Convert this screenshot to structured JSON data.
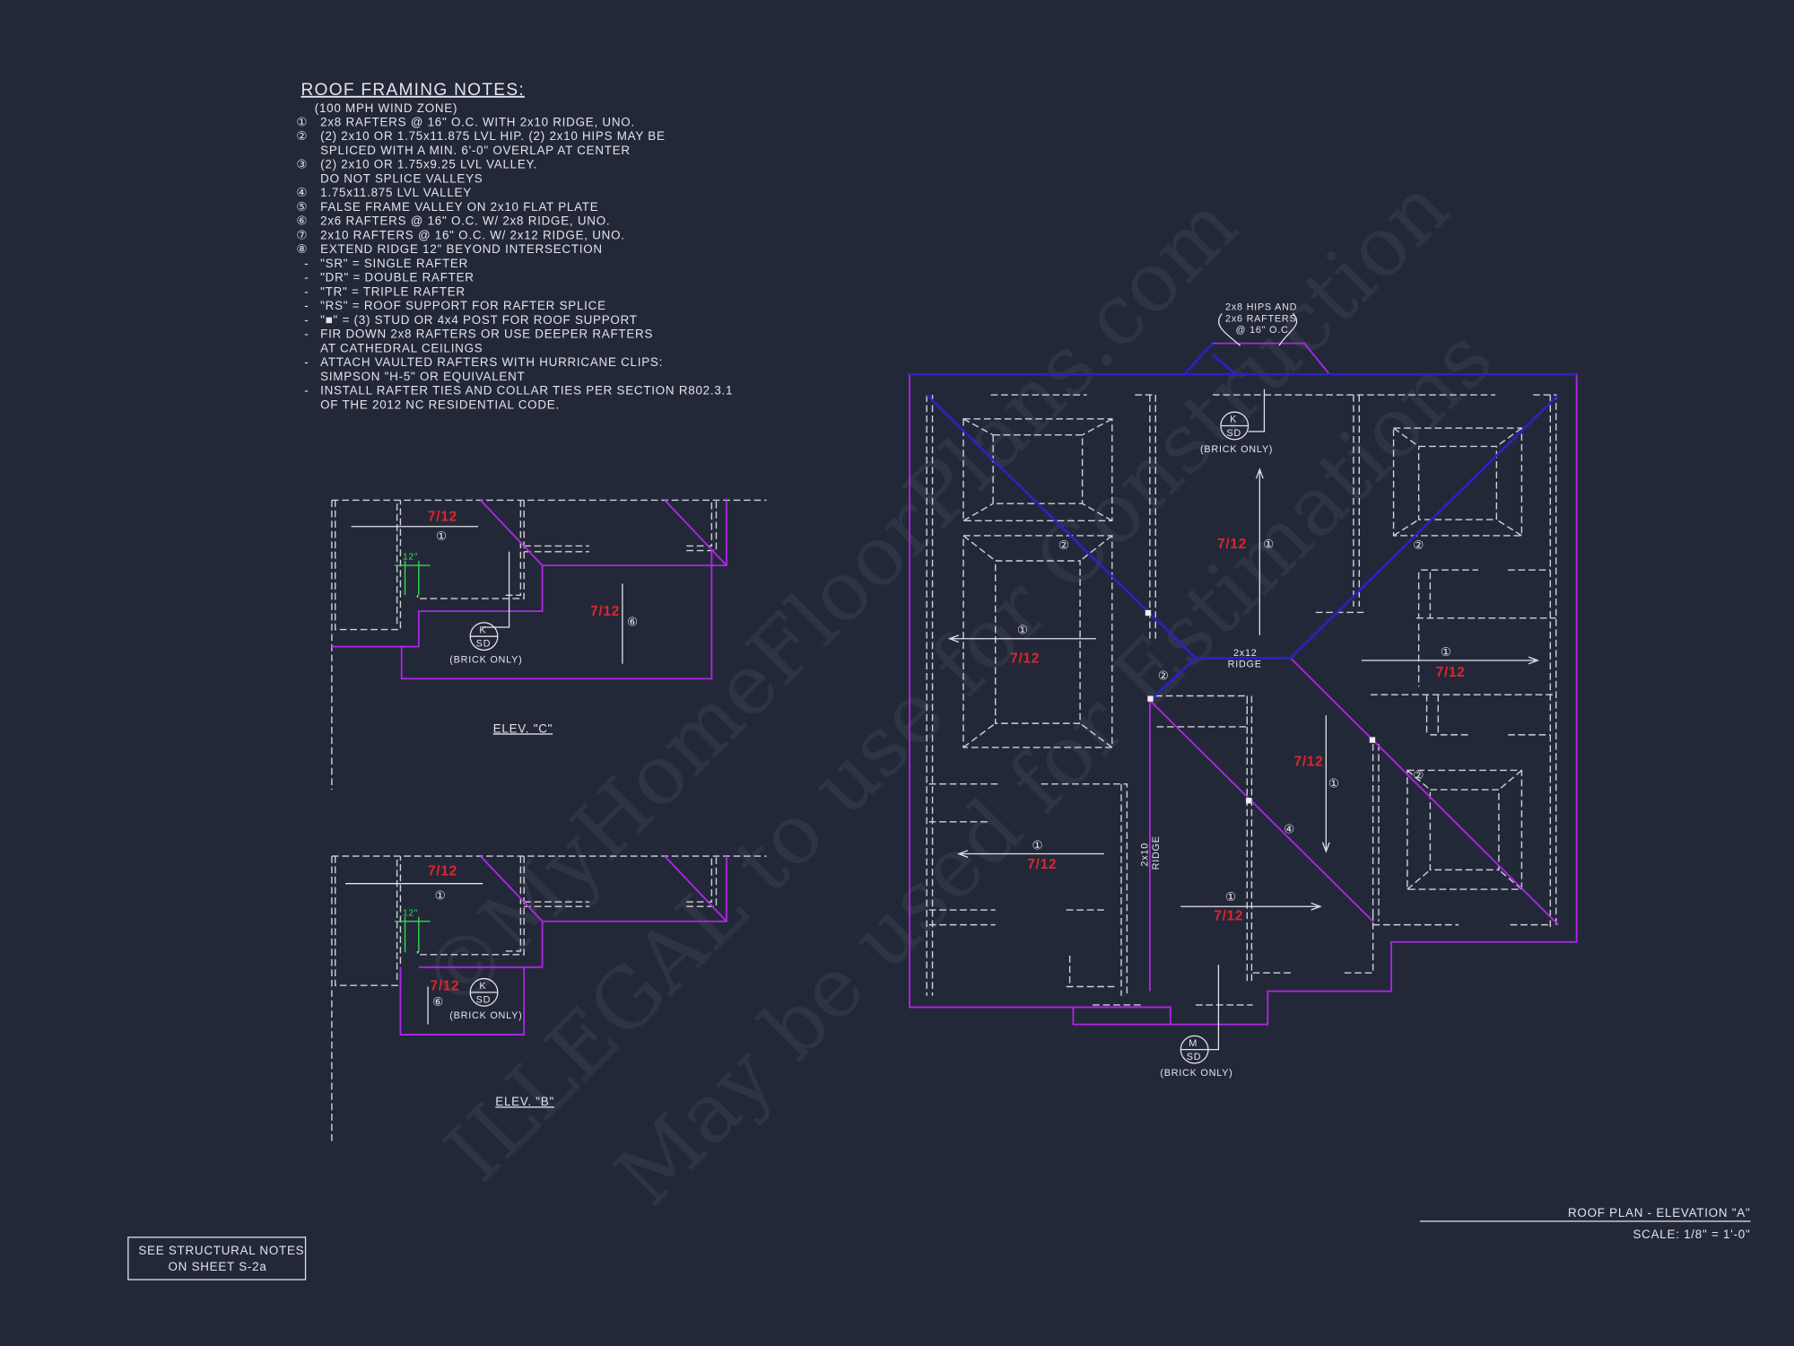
{
  "notes": {
    "title": "ROOF FRAMING NOTES:",
    "subtitle": "(100 MPH WIND ZONE)",
    "lines": [
      {
        "mark": "①",
        "text": "2x8 RAFTERS @ 16\" O.C. WITH 2x10 RIDGE, UNO."
      },
      {
        "mark": "②",
        "text": "(2) 2x10 OR 1.75x11.875 LVL HIP. (2) 2x10 HIPS MAY BE"
      },
      {
        "mark": "",
        "text": "SPLICED WITH A MIN. 6'-0\" OVERLAP AT CENTER"
      },
      {
        "mark": "③",
        "text": "(2) 2x10 OR 1.75x9.25 LVL VALLEY."
      },
      {
        "mark": "",
        "text": "DO NOT SPLICE VALLEYS"
      },
      {
        "mark": "④",
        "text": "1.75x11.875 LVL VALLEY"
      },
      {
        "mark": "⑤",
        "text": "FALSE FRAME VALLEY ON 2x10 FLAT PLATE"
      },
      {
        "mark": "⑥",
        "text": "2x6 RAFTERS @ 16\" O.C. W/ 2x8 RIDGE, UNO."
      },
      {
        "mark": "⑦",
        "text": "2x10 RAFTERS @ 16\" O.C. W/ 2x12 RIDGE, UNO."
      },
      {
        "mark": "⑧",
        "text": "EXTEND RIDGE 12\" BEYOND INTERSECTION"
      },
      {
        "mark": "-",
        "text": "\"SR\" = SINGLE RAFTER"
      },
      {
        "mark": "-",
        "text": "\"DR\" = DOUBLE RAFTER"
      },
      {
        "mark": "-",
        "text": "\"TR\" = TRIPLE RAFTER"
      },
      {
        "mark": "-",
        "text": "\"RS\" = ROOF SUPPORT FOR RAFTER SPLICE"
      },
      {
        "mark": "-",
        "text": "\"■\"  = (3) STUD OR 4x4 POST FOR ROOF SUPPORT"
      },
      {
        "mark": "-",
        "text": "FIR DOWN 2x8 RAFTERS OR USE DEEPER RAFTERS"
      },
      {
        "mark": "",
        "text": "AT CATHEDRAL CEILINGS"
      },
      {
        "mark": "-",
        "text": "ATTACH VAULTED RAFTERS WITH HURRICANE CLIPS:"
      },
      {
        "mark": "",
        "text": "SIMPSON \"H-5\" OR EQUIVALENT"
      },
      {
        "mark": "-",
        "text": "INSTALL RAFTER TIES AND COLLAR TIES PER SECTION R802.3.1"
      },
      {
        "mark": "",
        "text": "OF THE 2012 NC RESIDENTIAL CODE."
      }
    ]
  },
  "pitch": "7/12",
  "marks": {
    "one": "①",
    "two": "②",
    "four": "④",
    "six": "⑥"
  },
  "brick_only": "(BRICK ONLY)",
  "sd": "SD",
  "sd_k": "K",
  "sd_m": "M",
  "dim_12": "12\"",
  "elev_c": "ELEV. \"C\"",
  "elev_b": "ELEV. \"B\"",
  "plan": {
    "callout": [
      "2x8 HIPS AND",
      "2x6 RAFTERS",
      "@ 16\" O.C."
    ],
    "ridge_2x12": [
      "2x12",
      "RIDGE"
    ],
    "ridge_2x10": [
      "2x10",
      "RIDGE"
    ]
  },
  "note_box": [
    "SEE STRUCTURAL NOTES",
    "ON SHEET S-2a"
  ],
  "title_block": {
    "title": "ROOF PLAN - ELEVATION \"A\"",
    "scale": "SCALE: 1/8\" = 1'-0\""
  },
  "watermark": [
    "©MyHomeFloorPlans.com",
    "ILLEGAL to use for Construction",
    "May be used for Estimations"
  ],
  "colors": {
    "background": "#232839",
    "hip": "#2a22c8",
    "roof_edge": "#b026e8",
    "pitch": "#e0262a",
    "dimension": "#2ee84a"
  }
}
